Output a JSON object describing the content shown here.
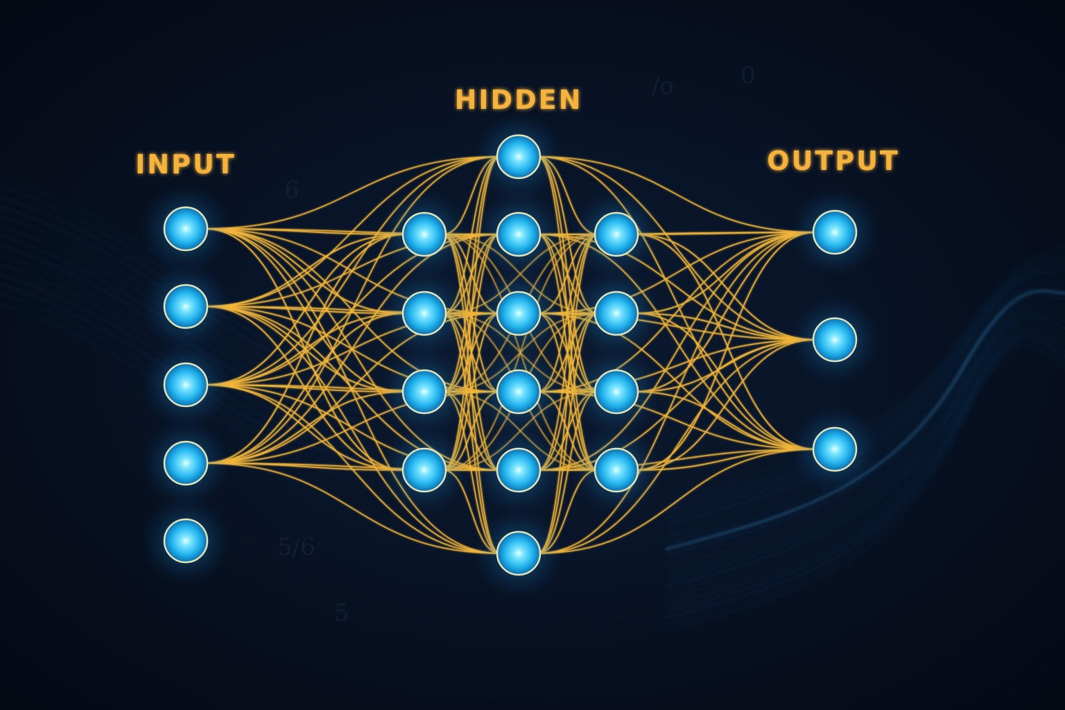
{
  "title": "Neural network diagram",
  "labels": {
    "input": "INPUT",
    "hidden": "HIDDEN",
    "output": "OUTPUT"
  },
  "layers": [
    {
      "id": "input",
      "node_count": 5
    },
    {
      "id": "hidden-1",
      "node_count": 4
    },
    {
      "id": "hidden-2",
      "node_count": 6
    },
    {
      "id": "hidden-3",
      "node_count": 4
    },
    {
      "id": "output",
      "node_count": 3
    }
  ],
  "colors": {
    "background": "#060d1b",
    "node_core": "#7ee6ff",
    "node_mid": "#22b4ee",
    "node_edge": "#0b6fae",
    "node_ring": "#e9e4b8",
    "connection": "#f2b63a",
    "label": "#f5b23c",
    "wave": "#1f78c8"
  }
}
